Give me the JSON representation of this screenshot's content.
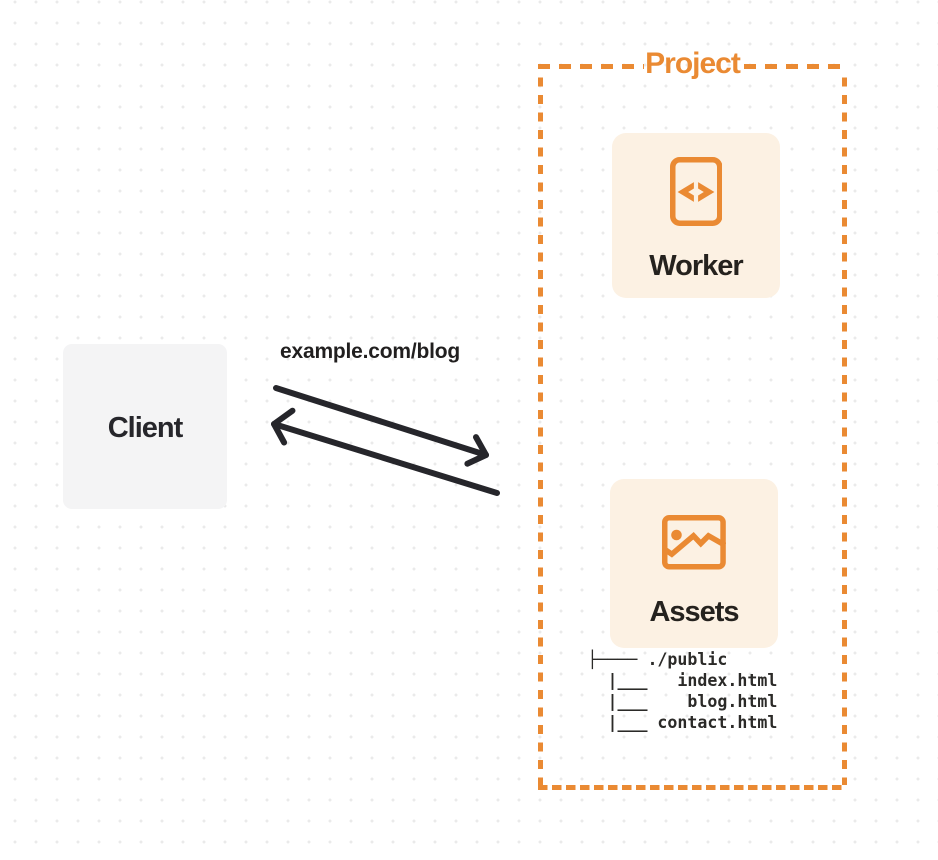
{
  "colors": {
    "accent_orange": "#ea8a33",
    "card_cream": "#fcf1e3",
    "client_gray": "#f4f4f5",
    "ink": "#222222",
    "dot_grid": "#e8e8e8"
  },
  "project": {
    "label": "Project"
  },
  "nodes": {
    "worker": {
      "label": "Worker",
      "icon": "code-file-icon"
    },
    "assets": {
      "label": "Assets",
      "icon": "image-icon"
    },
    "client": {
      "label": "Client"
    }
  },
  "connection": {
    "label": "example.com/blog"
  },
  "file_tree": {
    "lines": [
      "├──── ./public",
      "  |___   index.html",
      "  |___    blog.html",
      "  |___ contact.html"
    ]
  }
}
